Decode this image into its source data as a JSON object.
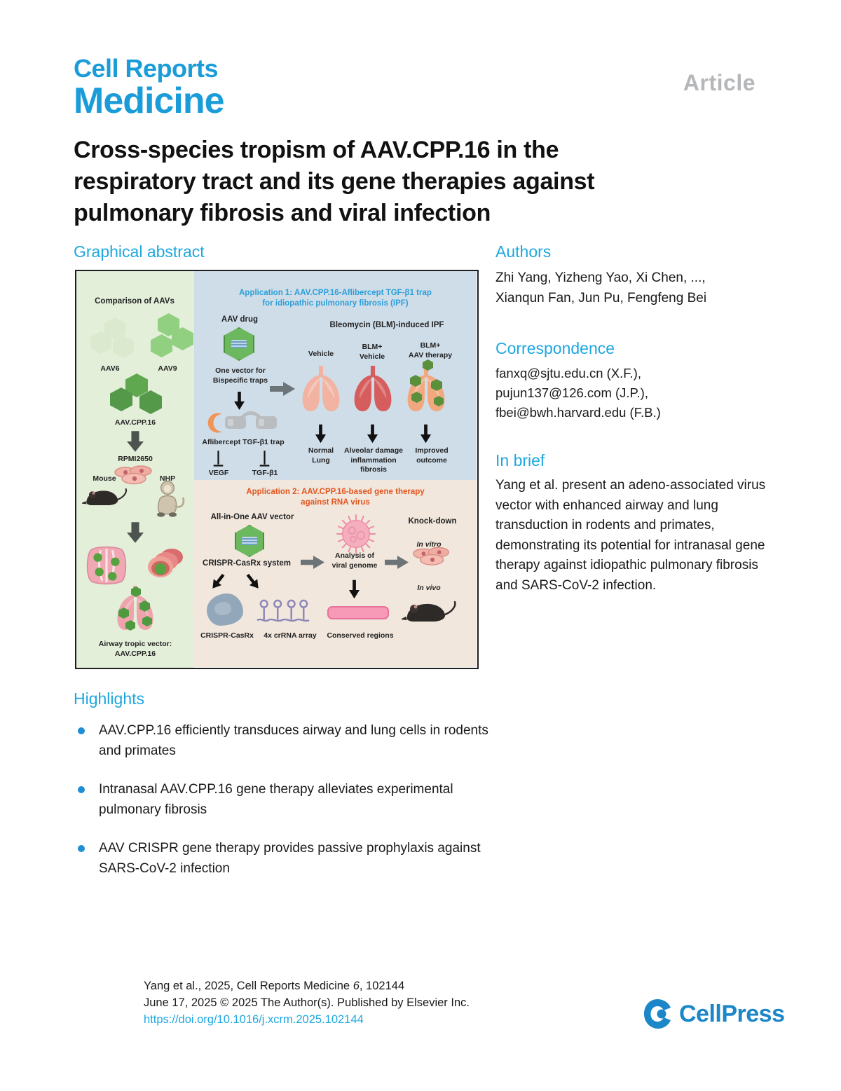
{
  "journal": {
    "line1": "Cell Reports",
    "line2": "Medicine",
    "article_label": "Article"
  },
  "title": {
    "lines": [
      "Cross-species tropism of AAV.CPP.16 in the",
      "respiratory tract and its gene therapies against",
      "pulmonary fibrosis and viral infection"
    ]
  },
  "sections": {
    "graphical_abstract": "Graphical abstract",
    "authors": "Authors",
    "correspondence": "Correspondence",
    "in_brief": "In brief",
    "highlights": "Highlights"
  },
  "authors": {
    "line1": "Zhi Yang, Yizheng Yao, Xi Chen, ...,",
    "line2": "Xianqun Fan, Jun Pu, Fengfeng Bei"
  },
  "correspondence": {
    "line1": "fanxq@sjtu.edu.cn (X.F.),",
    "line2": "pujun137@126.com (J.P.),",
    "line3": "fbei@bwh.harvard.edu (F.B.)"
  },
  "in_brief": "Yang et al. present an adeno-associated virus vector with enhanced airway and lung transduction in rodents and primates, demonstrating its potential for intranasal gene therapy against idiopathic pulmonary fibrosis and SARS-CoV-2 infection.",
  "highlights": [
    "AAV.CPP.16 efficiently transduces airway and lung cells in rodents and primates",
    "Intranasal AAV.CPP.16 gene therapy alleviates experimental pulmonary fibrosis",
    "AAV CRISPR gene therapy provides passive prophylaxis against SARS-CoV-2 infection"
  ],
  "figure": {
    "left": {
      "title": "Comparison of AAVs",
      "aav6": "AAV6",
      "aav9": "AAV9",
      "cpp16": "AAV.CPP.16",
      "rpmi": "RPMI2650",
      "mouse": "Mouse",
      "nhp": "NHP",
      "airway": "Airway tropic vector:\nAAV.CPP.16"
    },
    "app1": {
      "title": "Application 1: AAV.CPP.16-Aflibercept TGF-β1 trap\nfor idiopathic pulmonary fibrosis (IPF)",
      "aav_drug": "AAV drug",
      "blm_heading": "Bleomycin (BLM)-induced IPF",
      "vehicle": "Vehicle",
      "blm_vehicle": "BLM+\nVehicle",
      "blm_aav": "BLM+\nAAV therapy",
      "one_vector": "One vector for\nBispecific traps",
      "trap_label": "Aflibercept TGF-β1 trap",
      "vegf": "VEGF",
      "tgfb1": "TGF-β1",
      "normal_lung": "Normal\nLung",
      "alveolar": "Alveolar damage\ninflammation\nfibrosis",
      "improved": "Improved\noutcome"
    },
    "app2": {
      "title": "Application 2: AAV.CPP.16-based gene therapy\nagainst RNA virus",
      "all_in_one": "All-in-One AAV vector",
      "crispr_system": "CRISPR-CasRx system",
      "analysis": "Analysis of\nviral genome",
      "knockdown": "Knock-down",
      "in_vitro": "In vitro",
      "in_vivo": "In vivo",
      "casrx": "CRISPR-CasRx",
      "crrna": "4x crRNA array",
      "conserved": "Conserved regions"
    }
  },
  "footer": {
    "line1_pre": "Yang et al., 2025, Cell Reports Medicine ",
    "volume": "6",
    "line1_post": ", 102144",
    "line2": "June 17, 2025 © 2025 The Author(s). Published by Elsevier Inc.",
    "doi": "https://doi.org/10.1016/j.xcrm.2025.102144",
    "cellpress": "CellPress"
  },
  "colors": {
    "accent_blue": "#1ea7e0",
    "logo_blue": "#1a9cd8",
    "article_gray": "#b5b7b9",
    "app1_title_blue": "#2b9fd9",
    "app2_title_orange": "#e2551f",
    "panel_green": "#e4efda",
    "panel_blue": "#cfdde9",
    "panel_tan": "#f1e7dc"
  }
}
